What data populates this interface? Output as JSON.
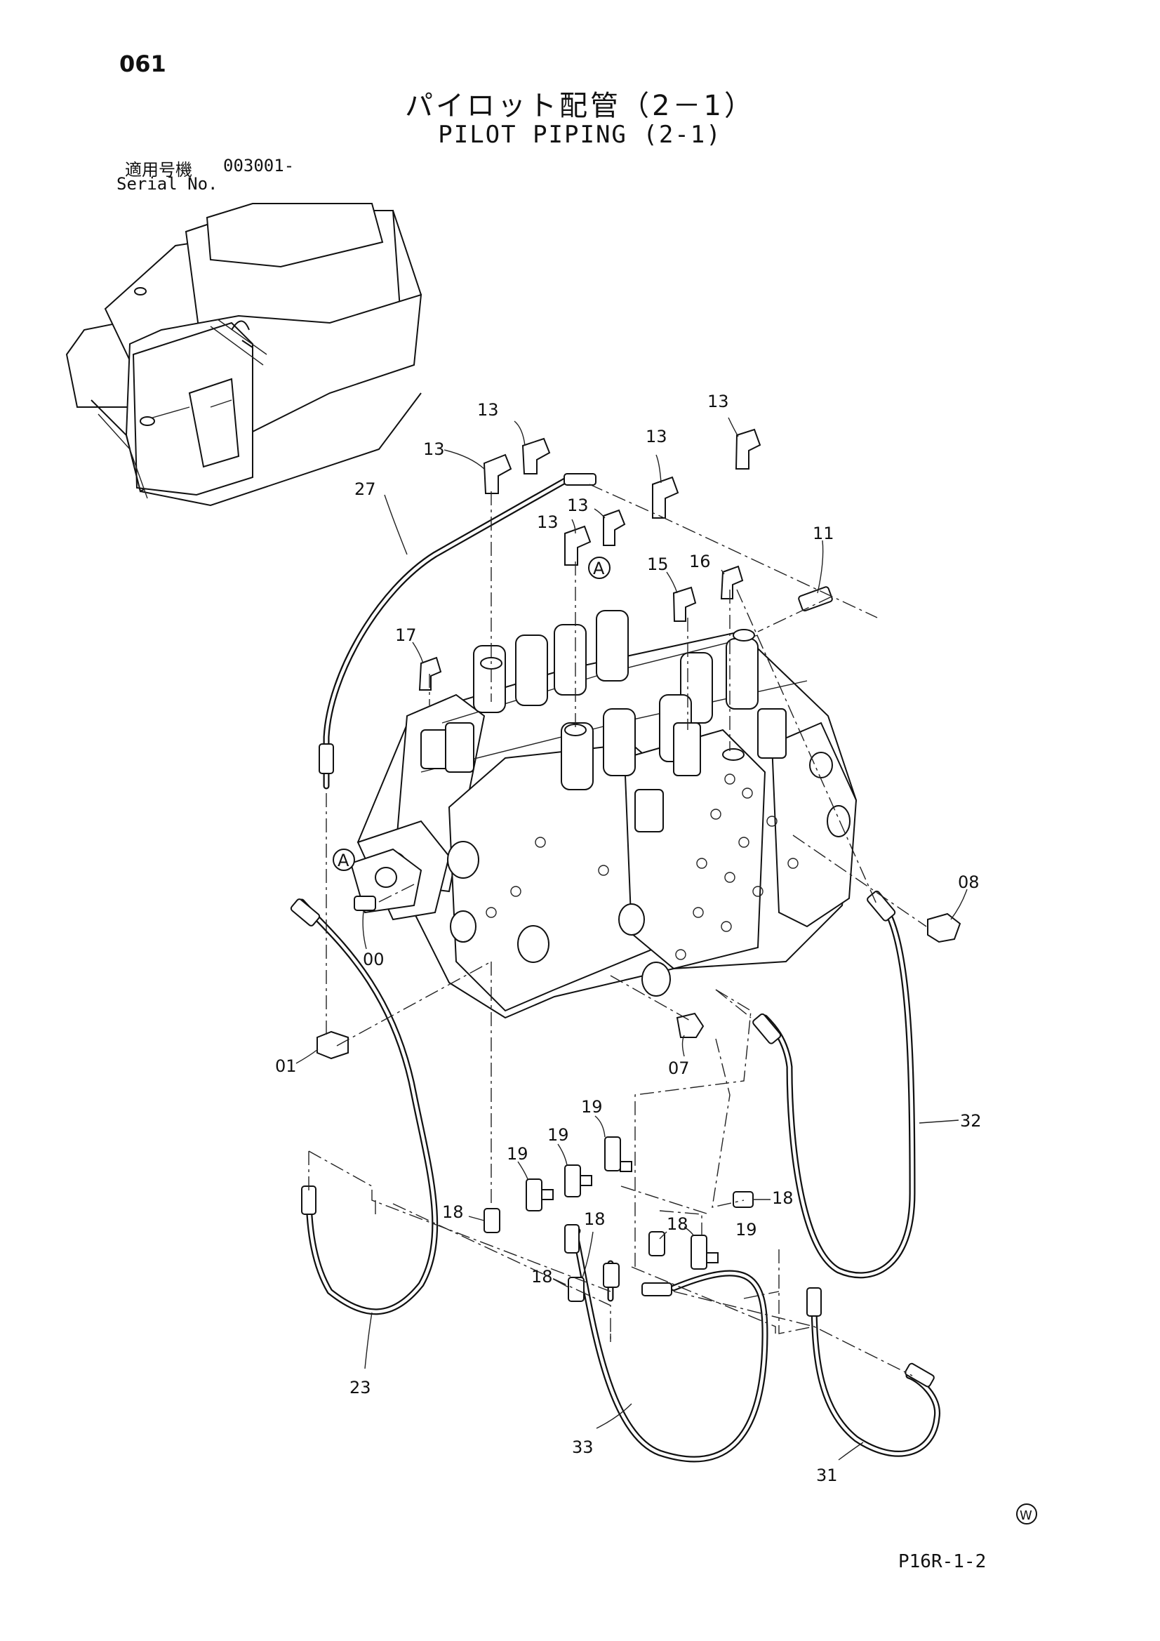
{
  "header": {
    "page_number": "061",
    "title_jp": "パイロット配管（2－1）",
    "title_en": "PILOT PIPING (2-1)",
    "serial_label_jp": "適用号機",
    "serial_value": "003001-",
    "serial_label_en": "Serial No."
  },
  "callouts": [
    {
      "id": "c-13a",
      "label": "13"
    },
    {
      "id": "c-13b",
      "label": "13"
    },
    {
      "id": "c-13c",
      "label": "13"
    },
    {
      "id": "c-13d",
      "label": "13"
    },
    {
      "id": "c-13e",
      "label": "13"
    },
    {
      "id": "c-13f",
      "label": "13"
    },
    {
      "id": "c-27",
      "label": "27"
    },
    {
      "id": "c-11",
      "label": "11"
    },
    {
      "id": "c-15",
      "label": "15"
    },
    {
      "id": "c-16",
      "label": "16"
    },
    {
      "id": "c-17",
      "label": "17"
    },
    {
      "id": "c-A1",
      "label": "A"
    },
    {
      "id": "c-A2",
      "label": "A"
    },
    {
      "id": "c-08",
      "label": "08"
    },
    {
      "id": "c-00",
      "label": "00"
    },
    {
      "id": "c-01",
      "label": "01"
    },
    {
      "id": "c-07",
      "label": "07"
    },
    {
      "id": "c-32",
      "label": "32"
    },
    {
      "id": "c-19a",
      "label": "19"
    },
    {
      "id": "c-19b",
      "label": "19"
    },
    {
      "id": "c-19c",
      "label": "19"
    },
    {
      "id": "c-19d",
      "label": "19"
    },
    {
      "id": "c-18a",
      "label": "18"
    },
    {
      "id": "c-18b",
      "label": "18"
    },
    {
      "id": "c-18c",
      "label": "18"
    },
    {
      "id": "c-18d",
      "label": "18"
    },
    {
      "id": "c-18e",
      "label": "18"
    },
    {
      "id": "c-23",
      "label": "23"
    },
    {
      "id": "c-33",
      "label": "33"
    },
    {
      "id": "c-31",
      "label": "31"
    }
  ],
  "footer": {
    "w_mark": "W",
    "drawing_code": "P16R-1-2"
  }
}
